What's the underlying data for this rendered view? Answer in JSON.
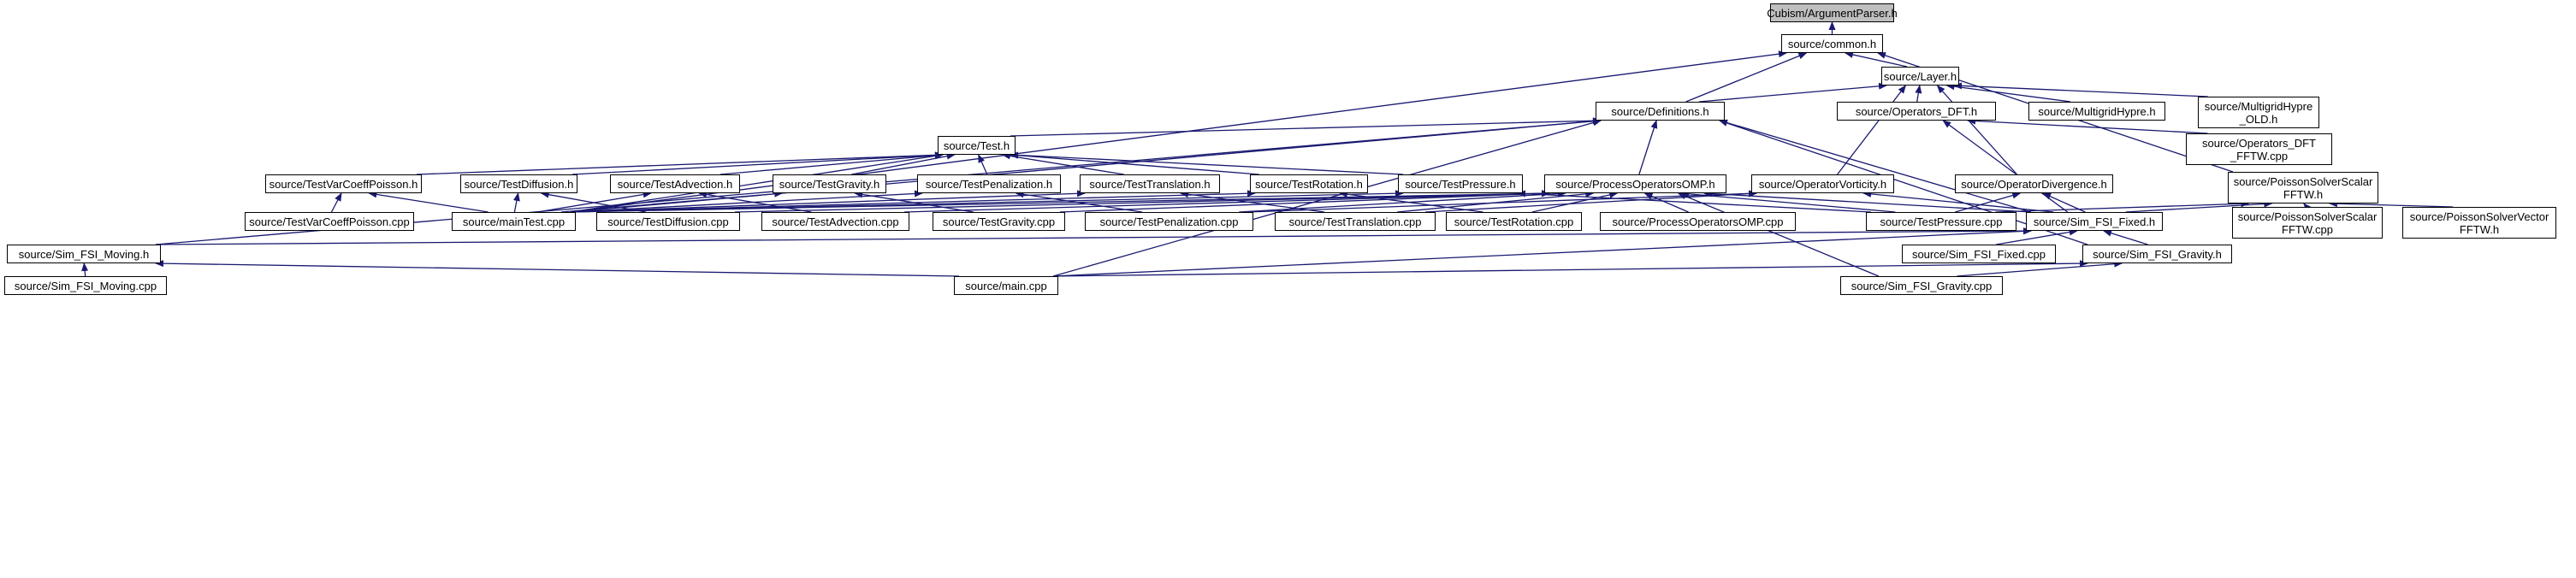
{
  "colors": {
    "edge": "#191970",
    "root_fill": "#bfbfbf",
    "node_fill": "#ffffff",
    "node_border": "#000000"
  },
  "nodes": [
    {
      "id": "argparser",
      "label": "Cubism/ArgumentParser.h"
    },
    {
      "id": "common",
      "label": "source/common.h"
    },
    {
      "id": "layer",
      "label": "source/Layer.h"
    },
    {
      "id": "definitions",
      "label": "source/Definitions.h"
    },
    {
      "id": "opdft",
      "label": "source/Operators_DFT.h"
    },
    {
      "id": "multigrid",
      "label": "source/MultigridHypre.h"
    },
    {
      "id": "multigridold",
      "label": "source/MultigridHypre\n_OLD.h"
    },
    {
      "id": "opdftcpp",
      "label": "source/Operators_DFT\n_FFTW.cpp"
    },
    {
      "id": "test",
      "label": "source/Test.h"
    },
    {
      "id": "tvc",
      "label": "source/TestVarCoeffPoisson.h"
    },
    {
      "id": "tdiff",
      "label": "source/TestDiffusion.h"
    },
    {
      "id": "tadv",
      "label": "source/TestAdvection.h"
    },
    {
      "id": "tgrav",
      "label": "source/TestGravity.h"
    },
    {
      "id": "tpen",
      "label": "source/TestPenalization.h"
    },
    {
      "id": "ttrans",
      "label": "source/TestTranslation.h"
    },
    {
      "id": "trot",
      "label": "source/TestRotation.h"
    },
    {
      "id": "tpress",
      "label": "source/TestPressure.h"
    },
    {
      "id": "pomp",
      "label": "source/ProcessOperatorsOMP.h"
    },
    {
      "id": "opvort",
      "label": "source/OperatorVorticity.h"
    },
    {
      "id": "opdiv",
      "label": "source/OperatorDivergence.h"
    },
    {
      "id": "psscalar",
      "label": "source/PoissonSolverScalar\nFFTW.h"
    },
    {
      "id": "tvccpp",
      "label": "source/TestVarCoeffPoisson.cpp"
    },
    {
      "id": "maintest",
      "label": "source/mainTest.cpp"
    },
    {
      "id": "tdiffcpp",
      "label": "source/TestDiffusion.cpp"
    },
    {
      "id": "tadvcpp",
      "label": "source/TestAdvection.cpp"
    },
    {
      "id": "tgravcpp",
      "label": "source/TestGravity.cpp"
    },
    {
      "id": "tpencpp",
      "label": "source/TestPenalization.cpp"
    },
    {
      "id": "ttranscpp",
      "label": "source/TestTranslation.cpp"
    },
    {
      "id": "trotcpp",
      "label": "source/TestRotation.cpp"
    },
    {
      "id": "pompcpp",
      "label": "source/ProcessOperatorsOMP.cpp"
    },
    {
      "id": "tpresscpp",
      "label": "source/TestPressure.cpp"
    },
    {
      "id": "simfixed",
      "label": "source/Sim_FSI_Fixed.h"
    },
    {
      "id": "psscalarcpp",
      "label": "source/PoissonSolverScalar\nFFTW.cpp"
    },
    {
      "id": "psvector",
      "label": "source/PoissonSolverVector\nFFTW.h"
    },
    {
      "id": "simmoving",
      "label": "source/Sim_FSI_Moving.h"
    },
    {
      "id": "simfixedcpp",
      "label": "source/Sim_FSI_Fixed.cpp"
    },
    {
      "id": "simgrav",
      "label": "source/Sim_FSI_Gravity.h"
    },
    {
      "id": "simmovingcpp",
      "label": "source/Sim_FSI_Moving.cpp"
    },
    {
      "id": "main",
      "label": "source/main.cpp"
    },
    {
      "id": "simgravcpp",
      "label": "source/Sim_FSI_Gravity.cpp"
    }
  ],
  "edges": [
    [
      "common",
      "argparser"
    ],
    [
      "layer",
      "common"
    ],
    [
      "definitions",
      "common"
    ],
    [
      "maintest",
      "common"
    ],
    [
      "psscalar",
      "common"
    ],
    [
      "definitions",
      "layer"
    ],
    [
      "opdft",
      "layer"
    ],
    [
      "multigrid",
      "layer"
    ],
    [
      "multigridold",
      "layer"
    ],
    [
      "opvort",
      "layer"
    ],
    [
      "opdiv",
      "layer"
    ],
    [
      "opdftcpp",
      "opdft"
    ],
    [
      "simfixed",
      "opdft"
    ],
    [
      "test",
      "definitions"
    ],
    [
      "pomp",
      "definitions"
    ],
    [
      "simmoving",
      "definitions"
    ],
    [
      "maintest",
      "definitions"
    ],
    [
      "main",
      "definitions"
    ],
    [
      "simfixed",
      "definitions"
    ],
    [
      "simgrav",
      "definitions"
    ],
    [
      "tvc",
      "test"
    ],
    [
      "tdiff",
      "test"
    ],
    [
      "tadv",
      "test"
    ],
    [
      "tgrav",
      "test"
    ],
    [
      "tpen",
      "test"
    ],
    [
      "ttrans",
      "test"
    ],
    [
      "trot",
      "test"
    ],
    [
      "tpress",
      "test"
    ],
    [
      "maintest",
      "test"
    ],
    [
      "tvccpp",
      "tvc"
    ],
    [
      "maintest",
      "tvc"
    ],
    [
      "maintest",
      "tdiff"
    ],
    [
      "tdiffcpp",
      "tdiff"
    ],
    [
      "maintest",
      "tadv"
    ],
    [
      "tadvcpp",
      "tadv"
    ],
    [
      "maintest",
      "tgrav"
    ],
    [
      "tgravcpp",
      "tgrav"
    ],
    [
      "maintest",
      "tpen"
    ],
    [
      "tpencpp",
      "tpen"
    ],
    [
      "maintest",
      "ttrans"
    ],
    [
      "ttranscpp",
      "ttrans"
    ],
    [
      "maintest",
      "trot"
    ],
    [
      "trotcpp",
      "trot"
    ],
    [
      "maintest",
      "tpress"
    ],
    [
      "tpresscpp",
      "tpress"
    ],
    [
      "maintest",
      "pomp"
    ],
    [
      "tdiffcpp",
      "pomp"
    ],
    [
      "tadvcpp",
      "pomp"
    ],
    [
      "tgravcpp",
      "pomp"
    ],
    [
      "tpencpp",
      "pomp"
    ],
    [
      "ttranscpp",
      "pomp"
    ],
    [
      "trotcpp",
      "pomp"
    ],
    [
      "pompcpp",
      "pomp"
    ],
    [
      "tpresscpp",
      "pomp"
    ],
    [
      "simfixed",
      "pomp"
    ],
    [
      "simgravcpp",
      "pomp"
    ],
    [
      "ttranscpp",
      "opvort"
    ],
    [
      "simfixed",
      "opvort"
    ],
    [
      "tpencpp",
      "opvort"
    ],
    [
      "tpresscpp",
      "opdiv"
    ],
    [
      "simfixed",
      "opdiv"
    ],
    [
      "tpresscpp",
      "psscalar"
    ],
    [
      "simfixed",
      "psscalar"
    ],
    [
      "psscalarcpp",
      "psscalar"
    ],
    [
      "psvector",
      "psscalar"
    ],
    [
      "simmoving",
      "simfixed"
    ],
    [
      "simfixedcpp",
      "simfixed"
    ],
    [
      "simgrav",
      "simfixed"
    ],
    [
      "main",
      "simfixed"
    ],
    [
      "simmovingcpp",
      "simmoving"
    ],
    [
      "main",
      "simmoving"
    ],
    [
      "main",
      "simgrav"
    ],
    [
      "simgravcpp",
      "simgrav"
    ]
  ]
}
